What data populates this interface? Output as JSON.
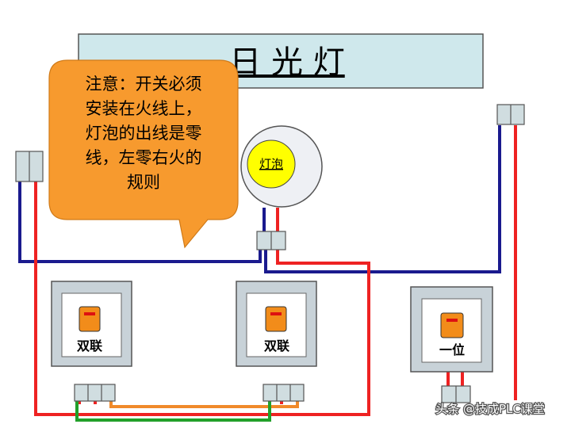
{
  "title": "日 光 灯",
  "bulb_label": "灯泡",
  "callout": {
    "lines": [
      "注意：开关必须",
      "安装在火线上，",
      "灯泡的出线是零",
      "线，左零右火的",
      "规则"
    ]
  },
  "switches": {
    "left": "双联",
    "middle": "双联",
    "right": "一位"
  },
  "watermark": "头条 @技成PLC课堂",
  "colors": {
    "title_bg": "#cfe8ec",
    "callout_bg": "#f79a2e",
    "bulb_outer": "#eef0f4",
    "bulb_inner": "#ffff00",
    "live_wire": "#ee2222",
    "neutral_wire": "#1a1a8e",
    "link_orange": "#f08a2a",
    "link_green": "#22a02a",
    "switch_panel": "#c8d2d8",
    "switch_button": "#f28c1a"
  }
}
